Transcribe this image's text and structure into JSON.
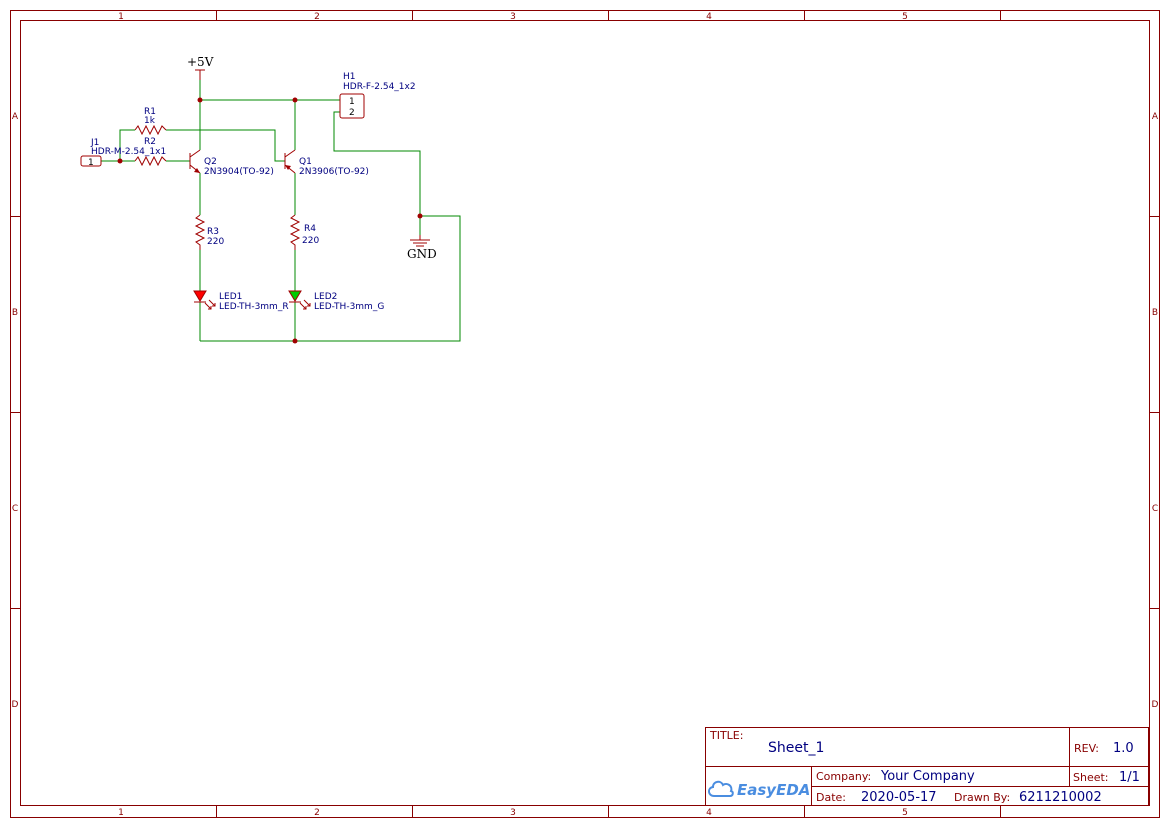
{
  "border": {
    "columns": [
      "1",
      "2",
      "3",
      "4",
      "5"
    ],
    "rows": [
      "A",
      "B",
      "C",
      "D"
    ]
  },
  "nets": {
    "power": "+5V",
    "ground": "GND"
  },
  "components": {
    "R1": {
      "ref": "R1",
      "value": "1k"
    },
    "R2": {
      "ref": "R2",
      "value": ""
    },
    "R3": {
      "ref": "R3",
      "value": "220"
    },
    "R4": {
      "ref": "R4",
      "value": "220"
    },
    "J1": {
      "ref": "J1",
      "value": "HDR-M-2.54_1x1",
      "pin": "1"
    },
    "Q1": {
      "ref": "Q1",
      "value": "2N3906(TO-92)"
    },
    "Q2": {
      "ref": "Q2",
      "value": "2N3904(TO-92)"
    },
    "H1": {
      "ref": "H1",
      "value": "HDR-F-2.54_1x2",
      "pin1": "1",
      "pin2": "2"
    },
    "LED1": {
      "ref": "LED1",
      "value": "LED-TH-3mm_R",
      "color": "#ff0000"
    },
    "LED2": {
      "ref": "LED2",
      "value": "LED-TH-3mm_G",
      "color": "#00cc00"
    }
  },
  "title_block": {
    "title_label": "TITLE:",
    "title": "Sheet_1",
    "rev_label": "REV:",
    "rev": "1.0",
    "company_label": "Company:",
    "company": "Your Company",
    "sheet_label": "Sheet:",
    "sheet": "1/1",
    "date_label": "Date:",
    "date": "2020-05-17",
    "drawn_by_label": "Drawn By:",
    "drawn_by": "6211210002",
    "logo_text": "EasyEDA"
  }
}
